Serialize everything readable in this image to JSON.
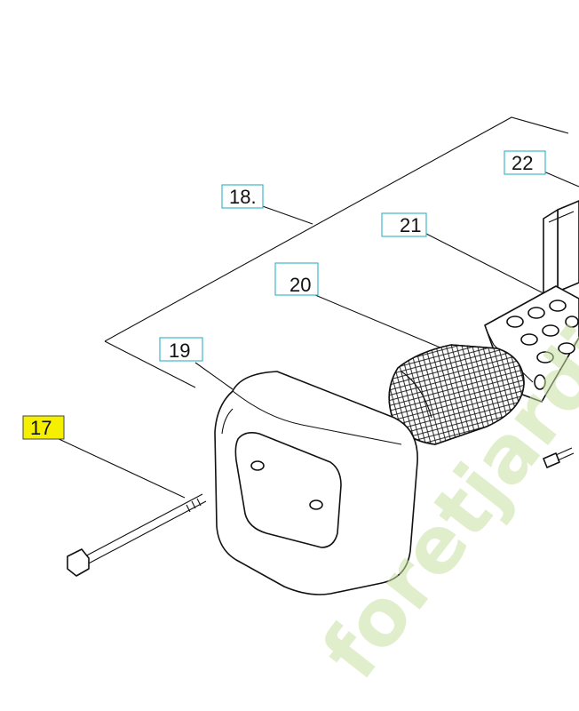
{
  "callouts": [
    {
      "id": "17",
      "label": "17",
      "highlighted": true
    },
    {
      "id": "18",
      "label": "18.",
      "highlighted": false
    },
    {
      "id": "19",
      "label": "19",
      "highlighted": false
    },
    {
      "id": "20",
      "label": "20",
      "highlighted": false
    },
    {
      "id": "21",
      "label": "21",
      "highlighted": false
    },
    {
      "id": "22",
      "label": "22",
      "highlighted": false
    }
  ],
  "watermark": {
    "text": "foretjardin.com"
  },
  "colors": {
    "callout_border": "#3fb8c8",
    "highlight_fill": "#f4f000",
    "highlight_border": "#444444",
    "watermark": "#c8e0a0",
    "line": "#111111"
  }
}
